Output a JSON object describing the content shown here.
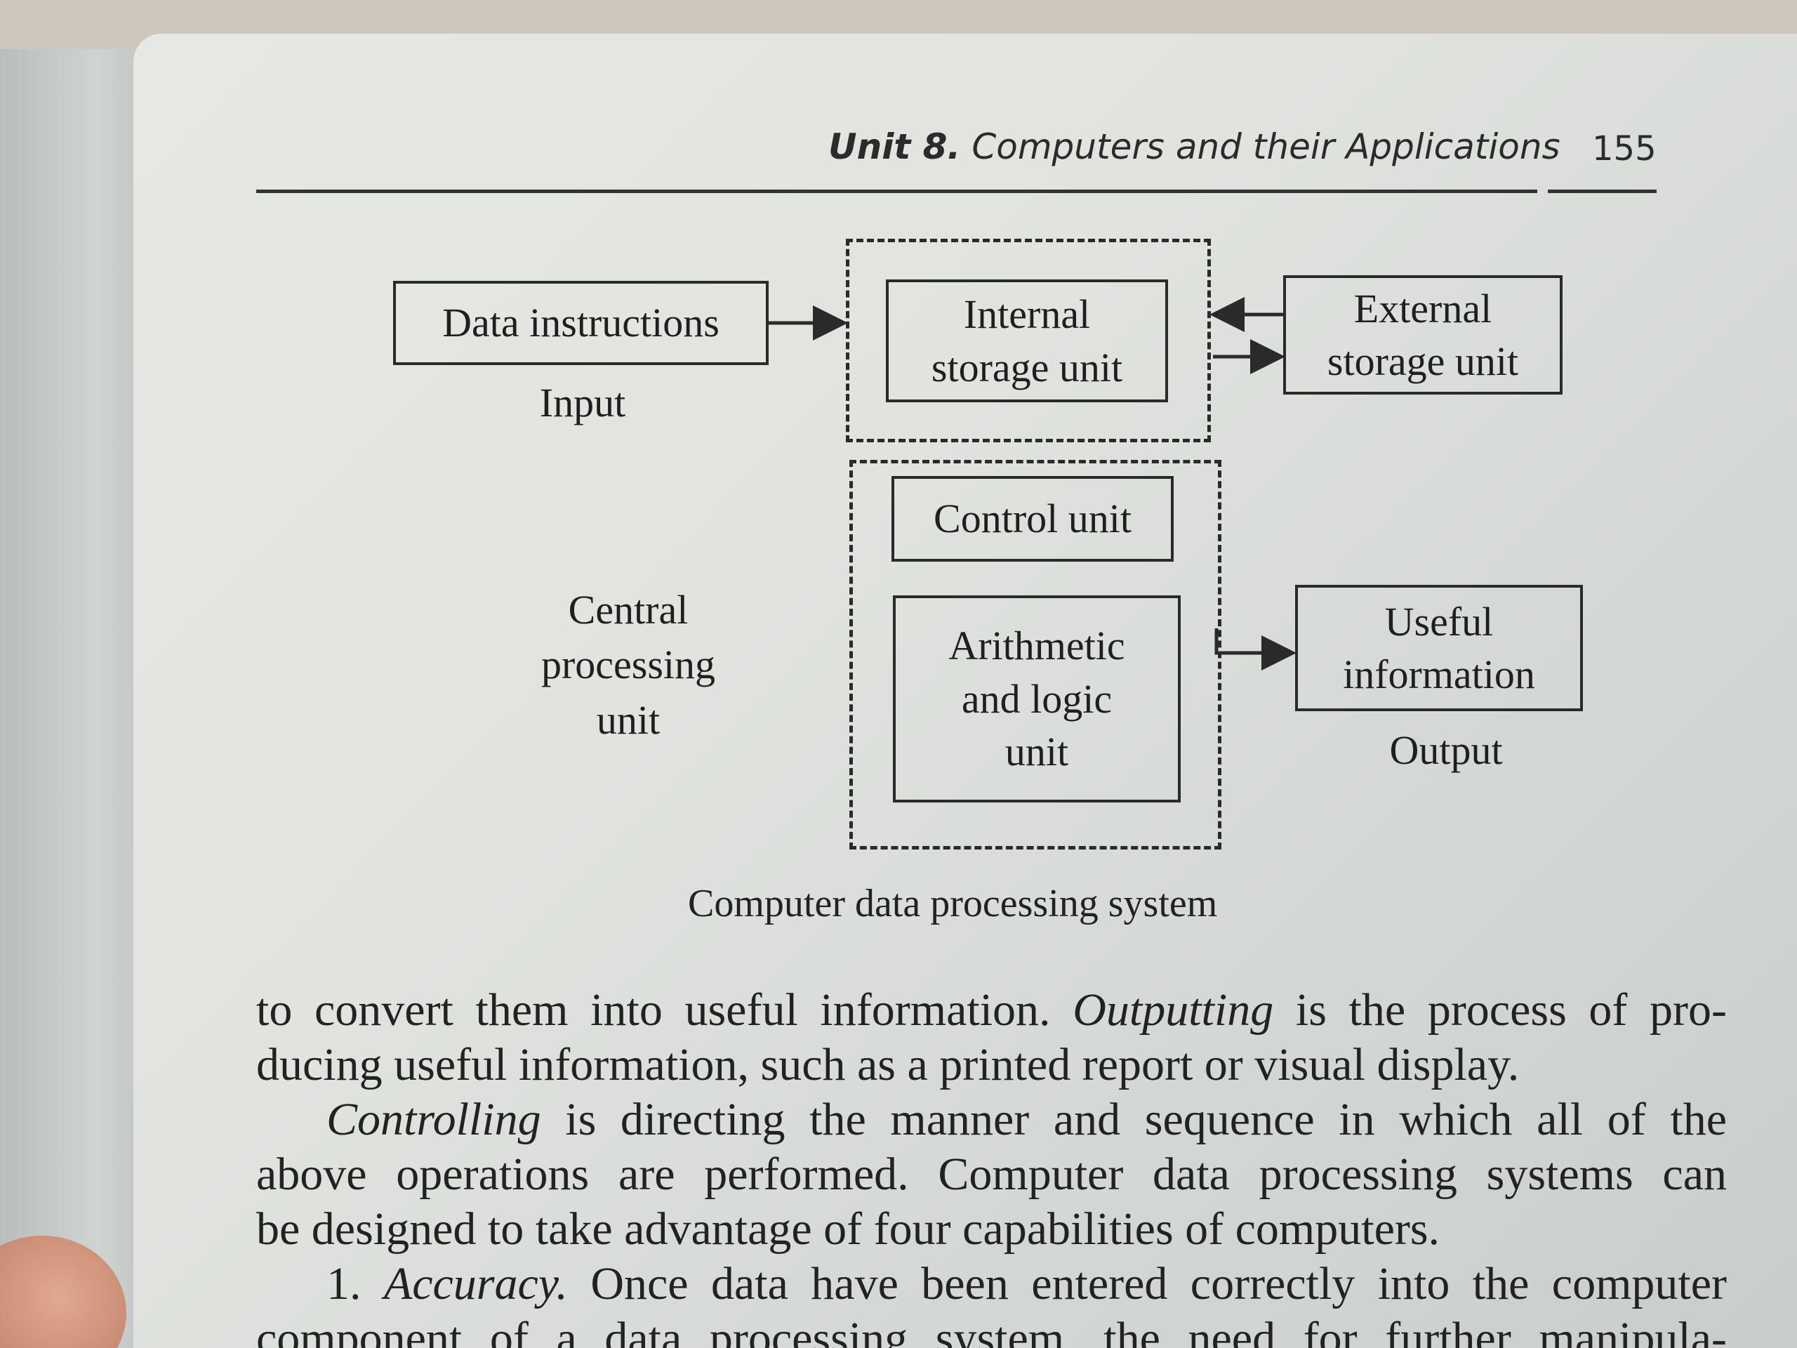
{
  "header": {
    "unit_label": "Unit 8.",
    "unit_title": "Computers and their Applications",
    "page_number": "155"
  },
  "diagram": {
    "input_box": "Data instructions",
    "input_label": "Input",
    "internal_storage": [
      "Internal",
      "storage unit"
    ],
    "external_storage": [
      "External",
      "storage unit"
    ],
    "control_unit": "Control unit",
    "alu": [
      "Arithmetic",
      "and logic",
      "unit"
    ],
    "cpu_label": [
      "Central",
      "processing",
      "unit"
    ],
    "output_box": [
      "Useful",
      "information"
    ],
    "output_label": "Output",
    "caption": "Computer data processing system"
  },
  "body": {
    "p1_a": "to convert them into useful information.",
    "p1_term": "Outputting",
    "p1_b": "is the process of pro-",
    "p2": "ducing useful information, such as a printed report or visual display.",
    "p3_term": "Controlling",
    "p3_a": "is directing the manner and sequence in which all of the",
    "p4": "above operations are performed. Computer data processing systems can",
    "p5": "be designed to take advantage of four capabilities of computers.",
    "p6_num": "1.",
    "p6_term": "Accuracy.",
    "p6_a": "Once data have been entered correctly into the computer",
    "p7": "component of a data processing system, the need for further manipula-"
  }
}
